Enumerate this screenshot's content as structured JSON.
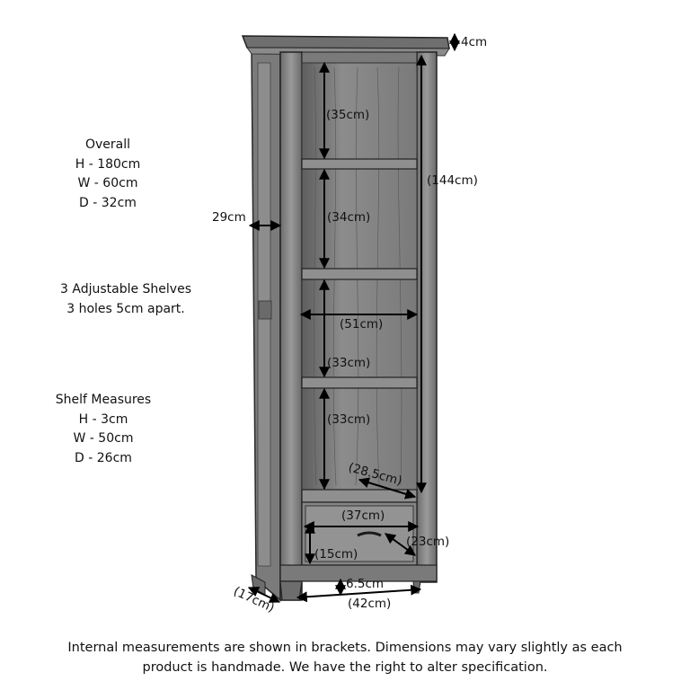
{
  "overall": {
    "heading": "Overall",
    "lines": [
      "H - 180cm",
      "W - 60cm",
      "D - 32cm"
    ]
  },
  "shelves_note": {
    "lines": [
      "3 Adjustable Shelves",
      "3 holes 5cm apart."
    ]
  },
  "shelf_measures": {
    "heading": "Shelf Measures",
    "lines": [
      "H - 3cm",
      "W - 50cm",
      "D - 26cm"
    ]
  },
  "dimensions": {
    "top_thickness": "4cm",
    "compartment_1": "(35cm)",
    "internal_height": "(144cm)",
    "side_depth": "29cm",
    "compartment_2": "(34cm)",
    "internal_width": "(51cm)",
    "compartment_3": "(33cm)",
    "compartment_4": "(33cm)",
    "internal_depth": "(28.5cm)",
    "drawer_width": "(37cm)",
    "drawer_depth": "(23cm)",
    "drawer_height": "(15cm)",
    "foot_height": "6.5cm",
    "base_depth": "(17cm)",
    "base_width": "(42cm)"
  },
  "footer": {
    "line1": "Internal measurements are shown in brackets. Dimensions may vary slightly as each",
    "line2": "product is handmade. We have the right to alter specification."
  }
}
